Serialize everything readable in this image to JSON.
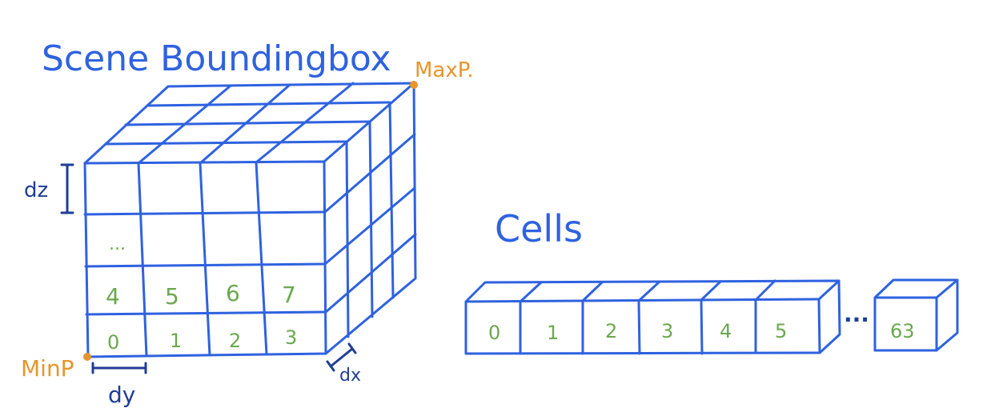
{
  "titles": {
    "scene": "Scene Boundingbox",
    "cells": "Cells"
  },
  "points": {
    "max": "MaxP.",
    "min": "MinP"
  },
  "dims": {
    "dz": "dz",
    "dy": "dy",
    "dx": "dx"
  },
  "grid": {
    "ellipsis": "...",
    "row1": [
      "4",
      "5",
      "6",
      "7"
    ],
    "row0": [
      "0",
      "1",
      "2",
      "3"
    ]
  },
  "cells": {
    "labels": [
      "0",
      "1",
      "2",
      "3",
      "4",
      "5"
    ],
    "ellipsis": "...",
    "last": "63"
  },
  "colors": {
    "line": "#2f62e0",
    "numbers": "#6aa84f",
    "points": "#e8952b",
    "dims": "#1f3e96"
  }
}
